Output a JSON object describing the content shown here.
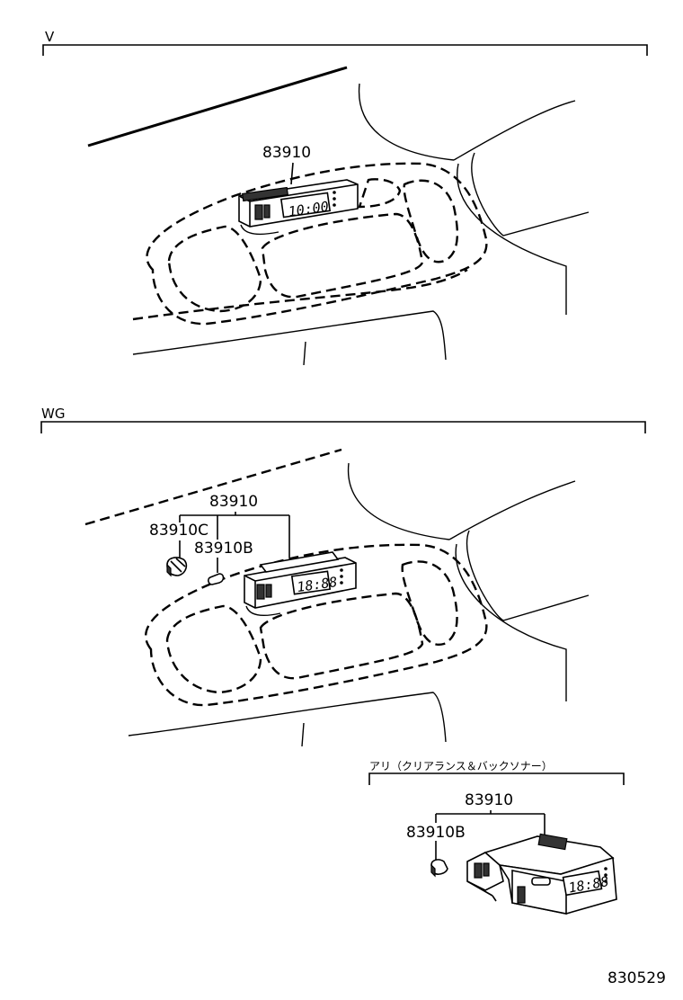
{
  "sections": [
    {
      "title": "V",
      "labels": {
        "main": "83910"
      },
      "display": "10:00"
    },
    {
      "title": "WG",
      "labels": {
        "main": "83910",
        "sub_c": "83910C",
        "sub_b": "83910B"
      },
      "display": "18:88"
    },
    {
      "title": "アリ（クリアランス＆バックソナー）",
      "labels": {
        "main": "83910",
        "sub_b": "83910B"
      },
      "display": "18:88"
    }
  ],
  "figure_code": "830529"
}
